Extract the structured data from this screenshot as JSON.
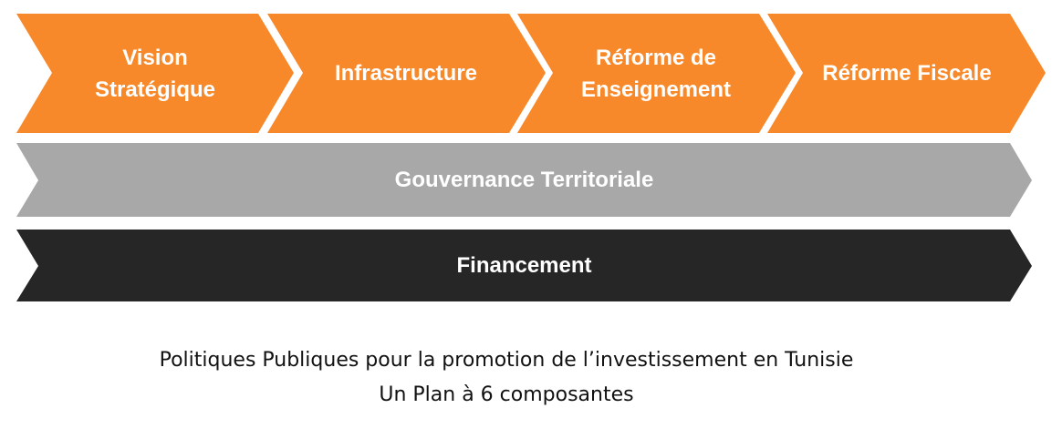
{
  "colors": {
    "orange": "#F7892A",
    "gray": "#A8A8A8",
    "dark": "#262626",
    "label_text": "#FFFFFF",
    "caption_text": "#111111"
  },
  "steps": [
    {
      "label": "Vision\nStratégique"
    },
    {
      "label": "Infrastructure"
    },
    {
      "label": "Réforme de\nEnseignement"
    },
    {
      "label": "Réforme Fiscale"
    }
  ],
  "bars": [
    {
      "label": "Gouvernance Territoriale"
    },
    {
      "label": "Financement"
    }
  ],
  "caption": {
    "line1": "Politiques Publiques pour la promotion de l’investissement en Tunisie",
    "line2": "Un Plan à 6 composantes"
  }
}
